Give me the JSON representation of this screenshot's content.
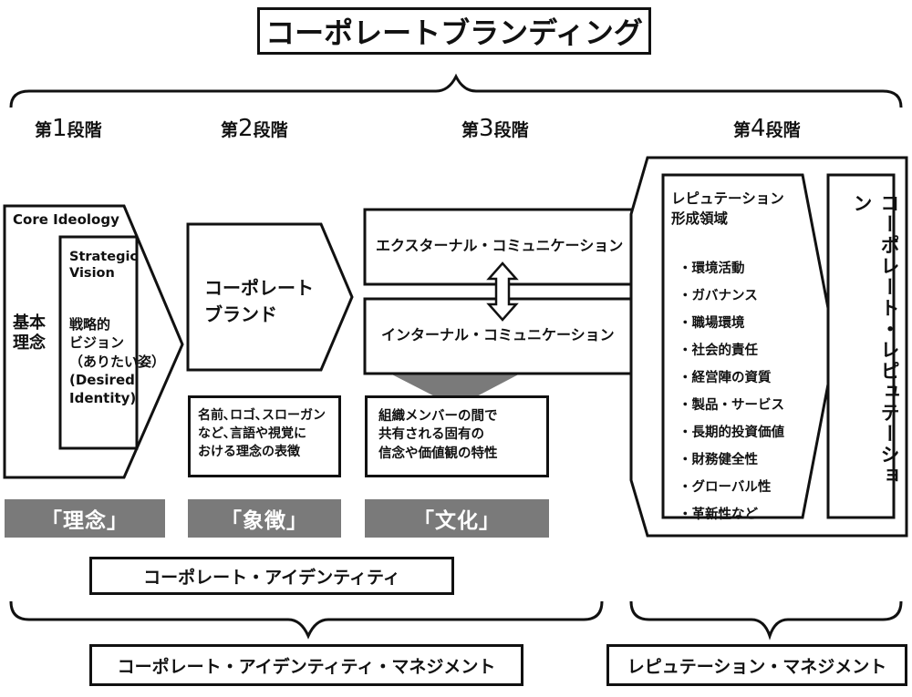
{
  "title": "コーポレートブランディング",
  "stages": [
    {
      "prefix": "第",
      "num": "1",
      "suffix": "段階"
    },
    {
      "prefix": "第",
      "num": "2",
      "suffix": "段階"
    },
    {
      "prefix": "第",
      "num": "3",
      "suffix": "段階"
    },
    {
      "prefix": "第",
      "num": "4",
      "suffix": "段階"
    }
  ],
  "stage1": {
    "outer_label": "Core Ideology",
    "left_label": "基本\n理念",
    "inner_en": "Strategic\nVision",
    "inner_ja": "戦略的\nビジョン\n（ありたい姿）\n(Desired\nIdentity)"
  },
  "stage2": {
    "arrow_label": "コーポレート\nブランド",
    "desc": "名前､ロゴ､スローガン\nなど､言語や視覚に\nおける理念の表徴"
  },
  "stage3": {
    "external": "エクスターナル・コミュニケーション",
    "internal": "インターナル・コミュニケーション",
    "desc": "組織メンバーの間で\n共有される固有の\n信念や価値観の特性"
  },
  "stage4": {
    "area_title": "レピュテーション\n形成領域",
    "items": [
      "・環境活動",
      "・ガバナンス",
      "・職場環境",
      "・社会的責任",
      "・経営陣の資質",
      "・製品・サービス",
      "・長期的投資価値",
      "・財務健全性",
      "・グローバル性",
      "・革新性など"
    ],
    "result": "コーポレート・レピュテーション"
  },
  "labels": [
    "「理念」",
    "「象徴」",
    "「文化」"
  ],
  "corporate_identity": "コーポレート・アイデンティティ",
  "bottom_left": "コーポレート・アイデンティティ・マネジメント",
  "bottom_right": "レピュテーション・マネジメント",
  "colors": {
    "stroke": "#111111",
    "gray": "#7a7a7a"
  }
}
